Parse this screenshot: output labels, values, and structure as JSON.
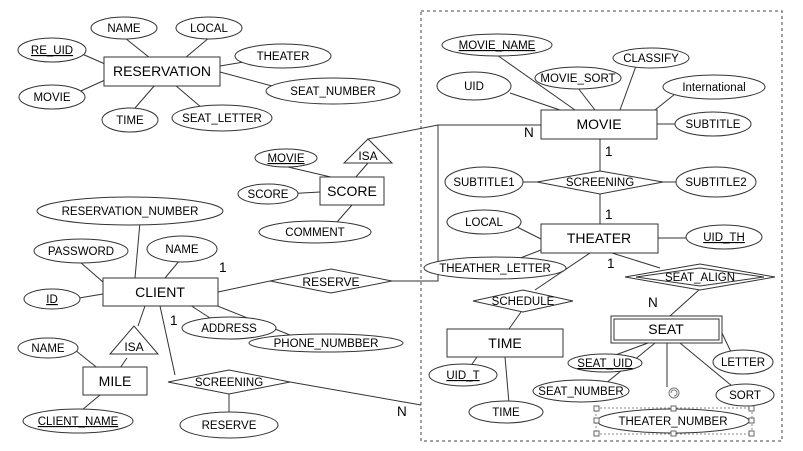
{
  "entities": {
    "reservation": "RESERVATION",
    "movie": "MOVIE",
    "score": "SCORE",
    "theater": "THEATER",
    "client": "CLIENT",
    "time": "TIME",
    "seat": "SEAT",
    "mile": "MILE"
  },
  "relationships": {
    "screening_top": "SCREENING",
    "reserve": "RESERVE",
    "schedule": "SCHEDULE",
    "seat_align": "SEAT_ALIGN",
    "screening_bottom": "SCREENING",
    "isa_score": "ISA",
    "isa_mile": "ISA"
  },
  "attributes": {
    "name": "NAME",
    "local": "LOCAL",
    "re_uid": "RE_UID",
    "theater_attr": "THEATER",
    "movie_attr": "MOVIE",
    "seat_number_res": "SEAT_NUMBER",
    "time_res": "TIME",
    "seat_letter": "SEAT_LETTER",
    "movie_name": "MOVIE_NAME",
    "classify": "CLASSIFY",
    "uid": "UID",
    "movie_sort": "MOVIE_SORT",
    "international": "International",
    "subtitle": "SUBTITLE",
    "movie_score": "MOVIE",
    "score_attr": "SCORE",
    "comment": "COMMENT",
    "subtitle1": "SUBTITLE1",
    "subtitle2": "SUBTITLE2",
    "reservation_number": "RESERVATION_NUMBER",
    "password": "PASSWORD",
    "name_client": "NAME",
    "local_theater": "LOCAL",
    "uid_th": "UID_TH",
    "theather_letter": "THEATHER_LETTER",
    "id": "ID",
    "address": "ADDRESS",
    "phone_number": "PHONE_NUMBBER",
    "name_mile": "NAME",
    "client_name": "CLIENT_NAME",
    "reserve_attr": "RESERVE",
    "uid_t": "UID_T",
    "time_attr": "TIME",
    "seat_uid": "SEAT_UID",
    "letter": "LETTER",
    "seat_number": "SEAT_NUMBER",
    "sort": "SORT",
    "theater_number": "THEATER_NUMBER"
  },
  "cardinalities": {
    "n_movie": "N",
    "one_movie": "1",
    "one_theater_top": "1",
    "one_theater_seat": "1",
    "n_seat": "N",
    "one_client_reserve": "1",
    "one_client_screen": "1",
    "n_screen": "N"
  }
}
